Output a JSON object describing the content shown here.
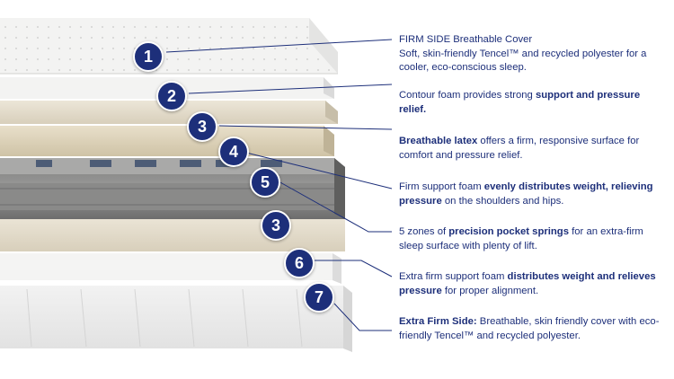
{
  "colors": {
    "navy": "#1d2f7a",
    "accent_line": "#1d2f7a"
  },
  "badges": [
    "1",
    "2",
    "3",
    "4",
    "5",
    "3",
    "6",
    "7"
  ],
  "callouts": [
    {
      "line1": "FIRM SIDE Breathable Cover",
      "line2": "Soft, skin-friendly Tencel™ and recycled polyester for a cooler, eco-conscious sleep."
    },
    {
      "pre": "Contour foam provides strong ",
      "bold": "support and pressure relief.",
      "post": ""
    },
    {
      "pre": "",
      "bold": "Breathable latex",
      "post": " offers a firm, responsive surface for comfort and pressure relief."
    },
    {
      "pre": "Firm support foam ",
      "bold": "evenly distributes weight,",
      "pre2": " ",
      "bold2": "relieving pressure",
      "post": " on the shoulders and hips."
    },
    {
      "pre": "5 zones of ",
      "bold": "precision pocket springs",
      "post": " for an extra-firm sleep surface with plenty of lift."
    },
    {
      "pre": "Extra firm support foam ",
      "bold": "distributes weight and relieves pressure",
      "post": " for proper alignment."
    },
    {
      "pre": "",
      "bold": "Extra Firm Side:",
      "post": " Breathable, skin friendly cover with eco-friendly Tencel™ and recycled polyester."
    }
  ]
}
